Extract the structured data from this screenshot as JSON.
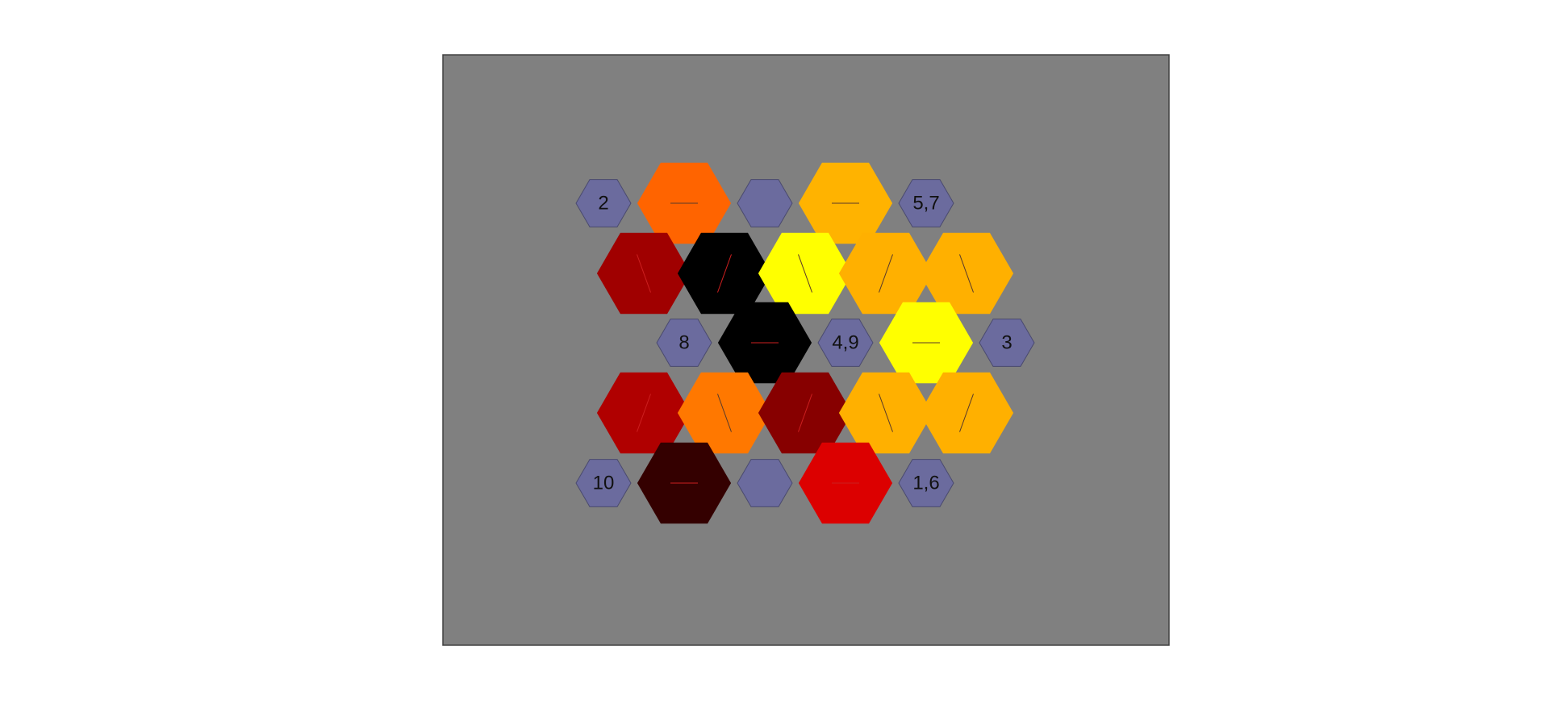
{
  "colors": {
    "page_background": "#ffffff",
    "panel_background": "#808080",
    "panel_border": "#404040",
    "node_fill": "#6b6b9e",
    "node_stroke": "#4a4a6e",
    "hatch_red": "#cc1f1f",
    "hatch_dark": "#5a3a2a"
  },
  "nodes": [
    {
      "label": "2"
    },
    {
      "label": ""
    },
    {
      "label": "5,7"
    },
    {
      "label": "8"
    },
    {
      "label": "4,9"
    },
    {
      "label": "3"
    },
    {
      "label": "10"
    },
    {
      "label": ""
    },
    {
      "label": "1,6"
    }
  ],
  "cells": [
    {
      "fill": "#ff6400",
      "hatch": "horizontal"
    },
    {
      "fill": "#ffb300",
      "hatch": "horizontal"
    },
    {
      "fill": "#a00000",
      "hatch": "backslash"
    },
    {
      "fill": "#000000",
      "hatch": "slash"
    },
    {
      "fill": "#ffff00",
      "hatch": "backslash"
    },
    {
      "fill": "#ffb000",
      "hatch": "slash"
    },
    {
      "fill": "#ffb000",
      "hatch": "backslash"
    },
    {
      "fill": "#000000",
      "hatch": "horizontal"
    },
    {
      "fill": "#ffff00",
      "hatch": "horizontal"
    },
    {
      "fill": "#b00000",
      "hatch": "slash"
    },
    {
      "fill": "#ff7800",
      "hatch": "backslash"
    },
    {
      "fill": "#870000",
      "hatch": "slash"
    },
    {
      "fill": "#ffb000",
      "hatch": "backslash"
    },
    {
      "fill": "#ffb000",
      "hatch": "slash"
    },
    {
      "fill": "#340000",
      "hatch": "horizontal"
    },
    {
      "fill": "#dc0000",
      "hatch": "horizontal"
    }
  ]
}
